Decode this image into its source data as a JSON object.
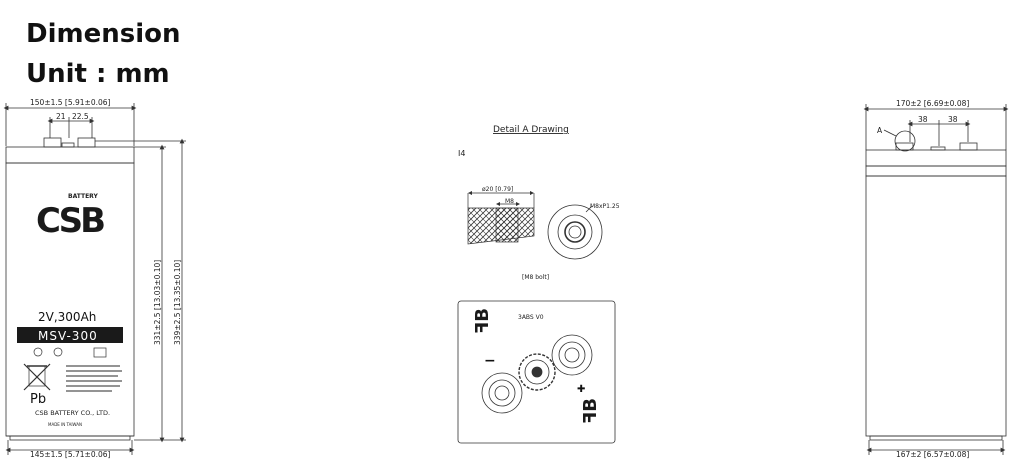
{
  "heading": {
    "line1": "Dimension",
    "line2": "Unit : mm"
  },
  "front_view": {
    "top_width": "150±1.5  [5.91±0.06]",
    "bottom_width": "145±1.5  [5.71±0.06]",
    "terminal_gap_1": "21",
    "terminal_gap_2": "22.5",
    "height_inner": "331±2.5  [13.03±0.10]",
    "height_total": "339±2.5  [13.35±0.10]",
    "brand": "CSB",
    "brand_subtext": "BATTERY",
    "rating": "2V,300Ah",
    "model": "MSV-300",
    "pb_label": "Pb",
    "company": "CSB BATTERY CO., LTD.",
    "made_in": "MADE IN TAIWAN"
  },
  "detail": {
    "title": "Detail A Drawing",
    "label_i4": "I4",
    "bolt_diameter": "ø20  [0.79]",
    "thread": "M8",
    "thread_pitch": "M8xP1.25",
    "bolt_caption": "[M8  bolt]",
    "lid_code": "3ABS V0",
    "minus": "−",
    "plus": "✚"
  },
  "side_view": {
    "top_width": "170±2  [6.69±0.08]",
    "bottom_width": "167±2  [6.57±0.08]",
    "gap_1": "38",
    "gap_2": "38",
    "label_a": "A"
  },
  "colors": {
    "line": "#333333",
    "label_fill": "#1a1a1a"
  }
}
